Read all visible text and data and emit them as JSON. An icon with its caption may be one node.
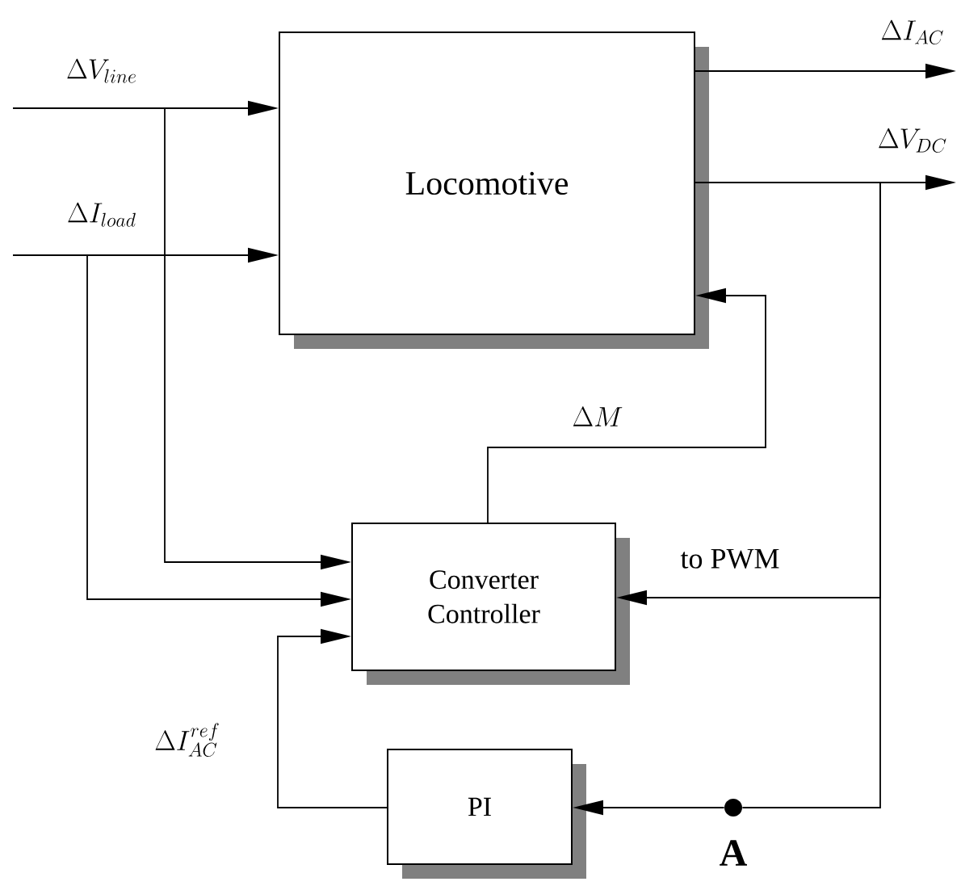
{
  "diagram": {
    "nodes": [
      {
        "text": [
          "Locomotive"
        ]
      },
      {
        "text": [
          "Converter Controller"
        ]
      },
      {
        "text": [
          "PI"
        ]
      },
      {
        "text": [],
        "shape": "circle",
        "beside": [
          "A"
        ]
      }
    ],
    "edges": [
      {
        "from": null,
        "to": 0,
        "arrow": "to",
        "label": "\\Delta V_{line}"
      },
      {
        "from": null,
        "to": 0,
        "arrow": "to",
        "label": "\\Delta I_{load}"
      },
      {
        "from": 0,
        "to": null,
        "arrow": "to",
        "label": "\\Delta I_{AC}"
      },
      {
        "from": 0,
        "to": null,
        "arrow": "to",
        "label": "\\Delta V_{DC}"
      },
      {
        "from": 1,
        "to": 0,
        "arrow": "to",
        "label": "\\Delta M"
      },
      {
        "from": null,
        "to": 1,
        "arrow": "to"
      },
      {
        "from": null,
        "to": 1,
        "arrow": "to"
      },
      {
        "from": 0,
        "to": 1,
        "arrow": "to",
        "label": "to PWM"
      },
      {
        "from": 0,
        "to": 3,
        "arrow": "none"
      },
      {
        "from": 3,
        "to": 2,
        "arrow": "to"
      },
      {
        "from": 2,
        "to": 1,
        "arrow": "to",
        "label": "\\Delta I_{AC}^{ref}"
      }
    ]
  }
}
